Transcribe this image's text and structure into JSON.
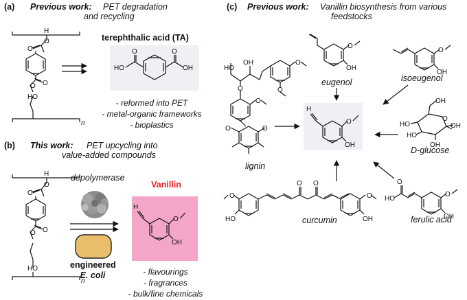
{
  "panel_a": {
    "letter": "(a)",
    "heading_bold": "Previous work:",
    "heading_rest": "PET degradation",
    "heading_line2": "and recycling",
    "product": "terephthalic acid (TA)",
    "uses": [
      "- reformed into PET",
      "- metal-organic frameworks",
      "- bioplastics"
    ]
  },
  "panel_b": {
    "letter": "(b)",
    "heading_bold": "This work:",
    "heading_rest": "PET upcycling into",
    "heading_line2": "value-added compounds",
    "enzyme": "depolymerase",
    "organism_line1": "engineered",
    "organism_line2": "E. coli",
    "product": "Vanillin",
    "uses": [
      "- flavourings",
      "- fragrances",
      "- bulk/fine chemicals"
    ]
  },
  "panel_c": {
    "letter": "(c)",
    "heading_bold": "Previous work:",
    "heading_rest": "Vanillin biosynthesis from various",
    "heading_line2": "feedstocks",
    "sources": {
      "eugenol": "eugenol",
      "isoeugenol": "isoeugenol",
      "lignin": "lignin",
      "glucose": "D-glucose",
      "curcumin": "curcumin",
      "ferulic": "ferulic acid"
    }
  },
  "atoms": {
    "H": "H",
    "O": "O",
    "HO": "HO",
    "OH": "OH",
    "n": "n"
  },
  "colors": {
    "vanillin_box": "#f4a6c8",
    "vanillin_text": "#e8202a",
    "product_box": "#eef0f4",
    "ecoli_fill": "#e8be6c",
    "ecoli_stroke": "#222222"
  }
}
